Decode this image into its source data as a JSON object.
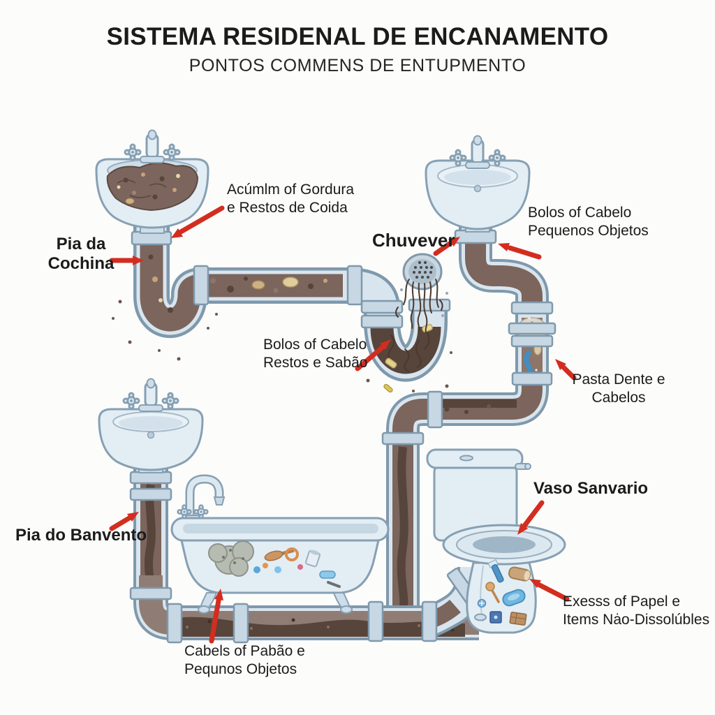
{
  "header": {
    "title": "SISTEMA RESIDENAL DE ENCANAMENTO",
    "subtitle": "PONTOS COMMENS DE ENTUPMENTO"
  },
  "annotations": {
    "kitchen_sink": {
      "text": "Pia da\nCochina"
    },
    "grease": {
      "text": "Acúmlm of Gordura\ne Restos de Coida"
    },
    "shower": {
      "text": "Chuvever"
    },
    "bathroom_sink_clog": {
      "text": "Bolos of Cabelo\nPequenos Objetos"
    },
    "shower_clog": {
      "text": "Bolos of Cabelo\nRestos e Sabão"
    },
    "toothpaste_clog": {
      "text": "Pasta Dente e\nCabelos"
    },
    "lavatory_sink": {
      "text": "Pia do Banvento"
    },
    "toilet": {
      "text": "Vaso Sanvario"
    },
    "toilet_clog": {
      "text": "Exesss of Papel e\nItems Nȧo-Dissolúbles"
    },
    "bathtub_clog": {
      "text": "Cabels of Pabão e\nPequnos Objetos"
    }
  },
  "illustrations": [
    "kitchen-sink",
    "shower-drain",
    "bathroom-sink",
    "lavatory-sink",
    "bathtub",
    "toilet",
    "drain-pipes"
  ],
  "colors": {
    "bg": "#fcfcfb",
    "text_dark": "#1b1b1b",
    "arrow_red": "#d32d20",
    "pipe_outline": "#7f99ac",
    "pipe_fill": "#d9e5ee",
    "coupling_fill": "#c7d7e3",
    "fixture_fill": "#e3edf4",
    "fixture_inner": "#cdddea",
    "fixture_outline": "#86a0b3",
    "clog_brown": "#7b655c",
    "clog_dark": "#57443b",
    "water_grey": "#9fb6c6"
  }
}
